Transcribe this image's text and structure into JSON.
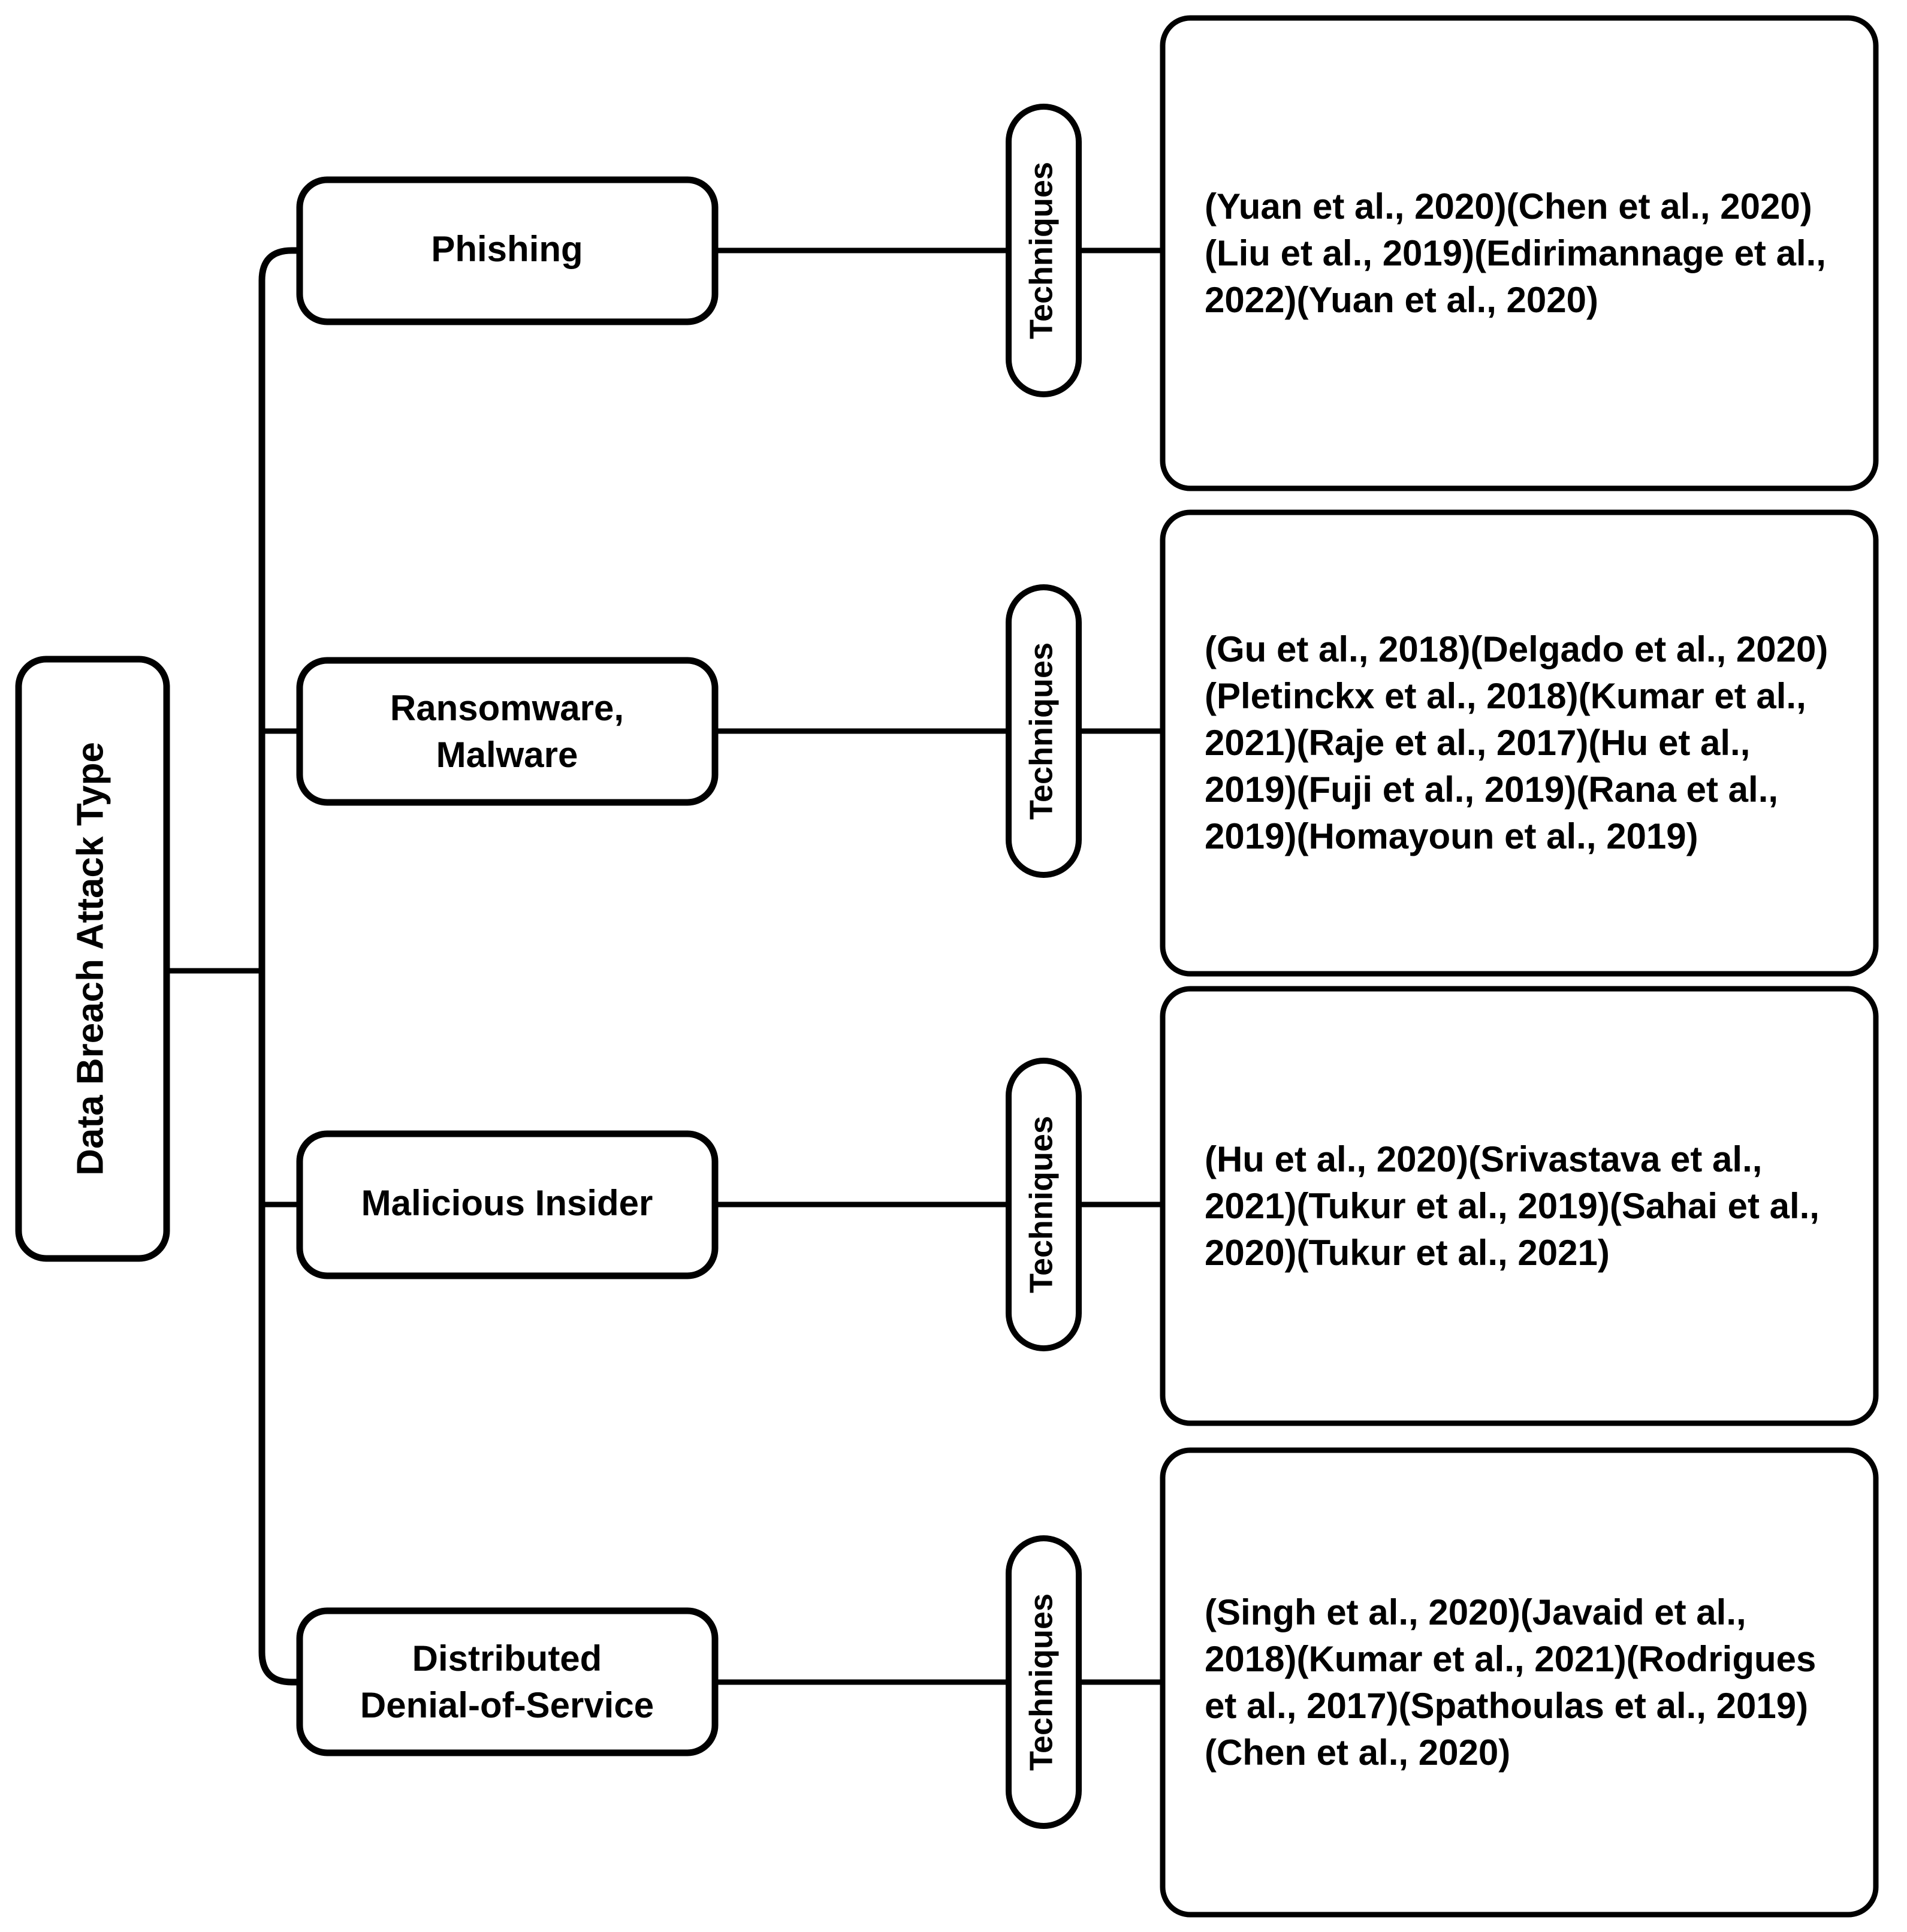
{
  "diagram": {
    "title": "Data Breach Attack Type taxonomy with technique citations",
    "root": {
      "label": "Data Breach Attack Type",
      "orientation": "vertical-bottom-to-top"
    },
    "relation_label": "Techniques",
    "branches": [
      {
        "id": "phishing",
        "attack_label": "Phishing",
        "attack_label_lines": [
          "Phishing"
        ],
        "relation": "Techniques",
        "citations_text": "(Yuan et al., 2020)(Chen et al., 2020)(Liu et al., 2019)(Edirimannage et al., 2022)(Yuan et al., 2020)",
        "citations": [
          "(Yuan et al., 2020)",
          "(Chen et al., 2020)",
          "(Liu et al., 2019)",
          "(Edirimannage et al., 2022)",
          "(Yuan et al., 2020)"
        ]
      },
      {
        "id": "ransomware-malware",
        "attack_label": "Ransomware, Malware",
        "attack_label_lines": [
          "Ransomware,",
          "Malware"
        ],
        "relation": "Techniques",
        "citations_text": "(Gu et al., 2018)(Delgado et al., 2020)(Pletinckx et al., 2018)(Kumar et al., 2021)(Raje et al., 2017)(Hu et al., 2019)(Fuji et al., 2019)(Rana et al., 2019)(Homayoun et al., 2019)",
        "citations": [
          "(Gu et al., 2018)",
          "(Delgado et al., 2020)",
          "(Pletinckx et al., 2018)",
          "(Kumar et al., 2021)",
          "(Raje et al., 2017)",
          "(Hu et al., 2019)",
          "(Fuji et al., 2019)",
          "(Rana et al., 2019)",
          "(Homayoun et al., 2019)"
        ]
      },
      {
        "id": "malicious-insider",
        "attack_label": "Malicious Insider",
        "attack_label_lines": [
          "Malicious Insider"
        ],
        "relation": "Techniques",
        "citations_text": "(Hu et al., 2020)(Srivastava et al., 2021)(Tukur et al., 2019)(Sahai et al., 2020)(Tukur et al., 2021)",
        "citations": [
          "(Hu et al., 2020)",
          "(Srivastava et al., 2021)",
          "(Tukur et al., 2019)",
          "(Sahai et al., 2020)",
          "(Tukur et al., 2021)"
        ]
      },
      {
        "id": "ddos",
        "attack_label": "Distributed Denial-of-Service",
        "attack_label_lines": [
          "Distributed",
          "Denial-of-Service"
        ],
        "relation": "Techniques",
        "citations_text": "(Singh et al., 2020)(Javaid et al., 2018)(Kumar et al., 2021)(Rodrigues et al., 2017)(Spathoulas et al., 2019)(Chen et al., 2020)",
        "citations": [
          "(Singh et al., 2020)",
          "(Javaid et al., 2018)",
          "(Kumar et al., 2021)",
          "(Rodrigues et al., 2017)",
          "(Spathoulas et al., 2019)",
          "(Chen et al., 2020)"
        ]
      }
    ],
    "colors": {
      "stroke": "#000000",
      "fill": "#ffffff",
      "text": "#000000"
    }
  }
}
